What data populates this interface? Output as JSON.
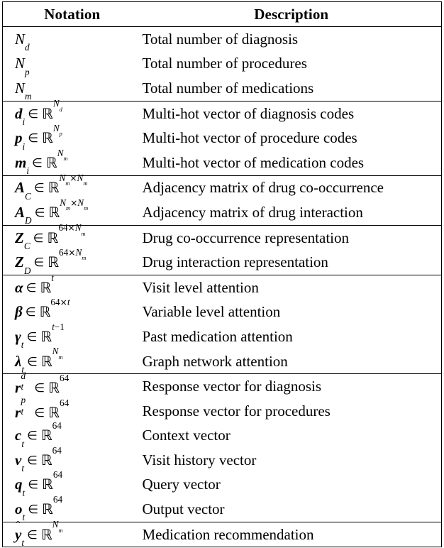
{
  "table": {
    "headers": {
      "notation": "Notation",
      "description": "Description"
    },
    "groups": [
      {
        "rows": [
          {
            "notation_plain": "N_d",
            "description": "Total number of diagnosis"
          },
          {
            "notation_plain": "N_p",
            "description": "Total number of procedures"
          },
          {
            "notation_plain": "N_m",
            "description": "Total number of medications"
          }
        ]
      },
      {
        "rows": [
          {
            "notation_plain": "d_i ∈ ℝ^{N_d}",
            "description": "Multi-hot vector of diagnosis codes"
          },
          {
            "notation_plain": "p_i ∈ ℝ^{N_p}",
            "description": "Multi-hot vector of procedure codes"
          },
          {
            "notation_plain": "m_i ∈ ℝ^{N_m}",
            "description": "Multi-hot vector of medication codes"
          }
        ]
      },
      {
        "rows": [
          {
            "notation_plain": "A_C ∈ ℝ^{N_m×N_m}",
            "description": "Adjacency matrix of drug co-occurrence"
          },
          {
            "notation_plain": "A_D ∈ ℝ^{N_m×N_m}",
            "description": "Adjacency matrix of drug interaction"
          }
        ]
      },
      {
        "rows": [
          {
            "notation_plain": "Z_C ∈ ℝ^{64×N_m}",
            "description": "Drug co-occurrence representation"
          },
          {
            "notation_plain": "Z_D ∈ ℝ^{64×N_m}",
            "description": "Drug interaction representation"
          }
        ]
      },
      {
        "rows": [
          {
            "notation_plain": "α ∈ ℝ^{t}",
            "description": "Visit level attention"
          },
          {
            "notation_plain": "β ∈ ℝ^{64×t}",
            "description": "Variable level attention"
          },
          {
            "notation_plain": "γ_t ∈ ℝ^{t−1}",
            "description": "Past medication attention"
          },
          {
            "notation_plain": "λ_t ∈ ℝ^{N_m}",
            "description": "Graph network attention"
          }
        ]
      },
      {
        "rows": [
          {
            "notation_plain": "r_t^d ∈ ℝ^{64}",
            "description": "Response vector for diagnosis"
          },
          {
            "notation_plain": "r_t^p ∈ ℝ^{64}",
            "description": "Response vector for procedures"
          },
          {
            "notation_plain": "c_t ∈ ℝ^{64}",
            "description": "Context vector"
          },
          {
            "notation_plain": "v_t ∈ ℝ^{64}",
            "description": "Visit history vector"
          },
          {
            "notation_plain": "q_t ∈ ℝ^{64}",
            "description": "Query vector"
          },
          {
            "notation_plain": "o_t ∈ ℝ^{64}",
            "description": "Output vector"
          }
        ]
      },
      {
        "rows": [
          {
            "notation_plain": "ŷ_t ∈ ℝ^{N_m}",
            "description": "Medication recommendation"
          }
        ]
      }
    ],
    "symbols": {
      "blackboard_r": "ℝ",
      "element_of": "∈",
      "times": "×",
      "minus": "−",
      "hat": "^"
    },
    "colors": {
      "text": "#000000",
      "background": "#ffffff",
      "rule": "#000000"
    }
  }
}
